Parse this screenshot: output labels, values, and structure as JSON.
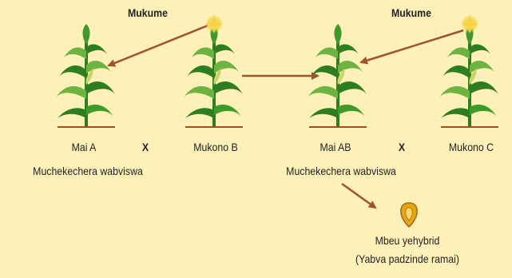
{
  "colors": {
    "background": "#fdf0b8",
    "arrow": "#a0522d",
    "ground_line": "#b5451b",
    "plant_dark": "#2e7d1e",
    "plant_light": "#6cb33f",
    "tassel": "#f5d44a",
    "seed": "#e8a617",
    "text": "#231f20"
  },
  "labels": {
    "pollen_left": "Mukume",
    "pollen_right": "Mukume",
    "plant_mai_a": "Mai A",
    "cross_left": "X",
    "plant_mukono_b": "Mukono B",
    "plant_mai_ab": "Mai AB",
    "cross_right": "X",
    "plant_mukono_c": "Mukono C",
    "detasseled_left": "Muchekechera wabviswa",
    "detasseled_right": "Muchekechera wabviswa",
    "seed_label": "Mbeu yehybrid",
    "seed_note": "(Yabva padzinde ramai)"
  },
  "icons": {
    "plant": "maize-plant-icon",
    "tassel_glow": "pollen-star-icon",
    "seed": "hybrid-seed-icon",
    "arrow": "arrow-icon"
  }
}
